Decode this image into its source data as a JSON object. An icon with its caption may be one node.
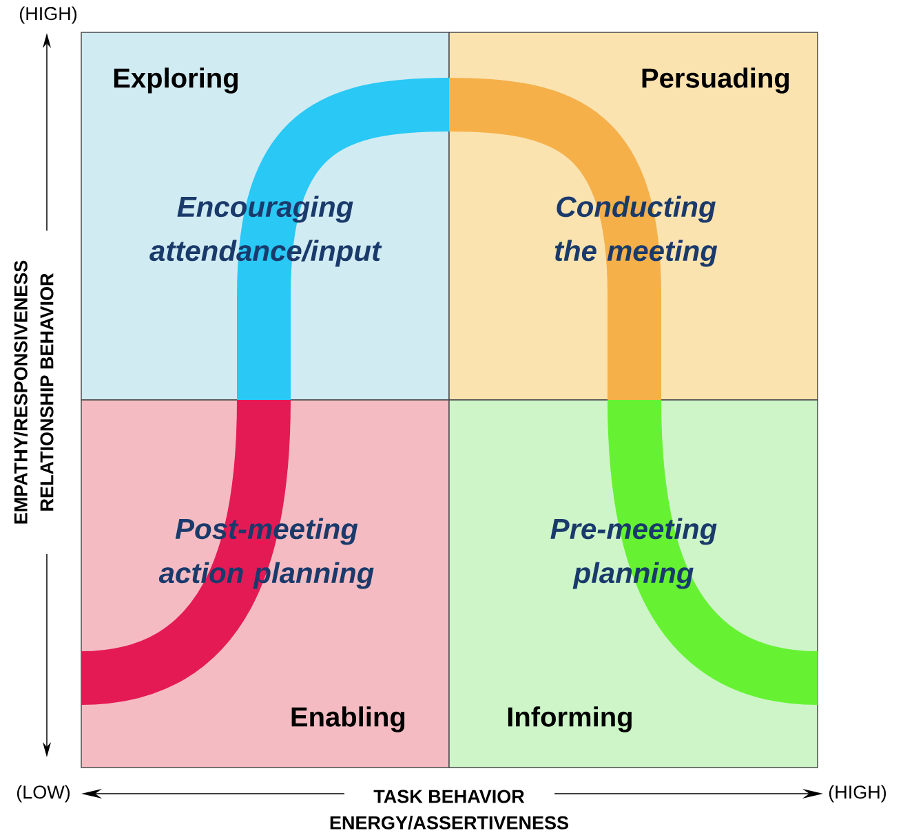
{
  "diagram": {
    "nodes": [
      {
        "text": [
          "Exploring",
          "Encouraging attendance/input"
        ]
      },
      {
        "text": [
          "Persuading",
          "Conducting the meeting"
        ]
      },
      {
        "text": [
          "Post-meeting action planning",
          "Enabling"
        ]
      },
      {
        "text": [
          "Pre-meeting planning",
          "Informing"
        ]
      }
    ],
    "labels": [
      "(HIGH)",
      "EMPATHY/RESPONSIVENESS",
      "RELATIONSHIP BEHAVIOR",
      "(LOW)",
      "TASK BEHAVIOR",
      "(HIGH)",
      "ENERGY/ASSERTIVENESS"
    ]
  }
}
